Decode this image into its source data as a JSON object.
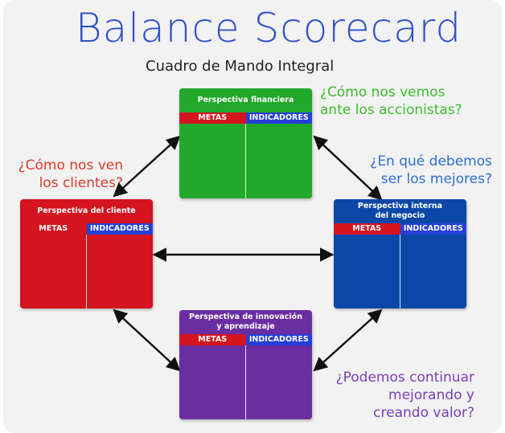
{
  "title": "Balance Scorecard",
  "subtitle": "Cuadro de Mando Integral",
  "questions": {
    "financiera": [
      "¿Cómo nos vemos",
      "ante los accionistas?"
    ],
    "cliente": [
      "¿Cómo nos ven",
      "los clientes?"
    ],
    "interna": [
      "¿En qué debemos",
      "ser los mejores?"
    ],
    "innovacion": [
      "¿Podemos continuar",
      "mejorando y",
      "creando valor?"
    ]
  },
  "boxes": {
    "financiera": {
      "title": "Perspectiva financiera",
      "color": "#22a82a"
    },
    "cliente": {
      "title": "Perspectiva del cliente",
      "color": "#d4141f"
    },
    "interna": {
      "title_line1": "Perspectiva interna",
      "title_line2": "del negocio",
      "color": "#0c47a8"
    },
    "innovacion": {
      "title_line1": "Perspectiva de innovación",
      "title_line2": "y aprendizaje",
      "color": "#6a2ea2"
    }
  },
  "columns": {
    "metas": "METAS",
    "indicadores": "INDICADORES"
  },
  "colors": {
    "title": "#2f50c8",
    "metas_header": "#d4141f",
    "indicadores_header": "#2540d8"
  }
}
